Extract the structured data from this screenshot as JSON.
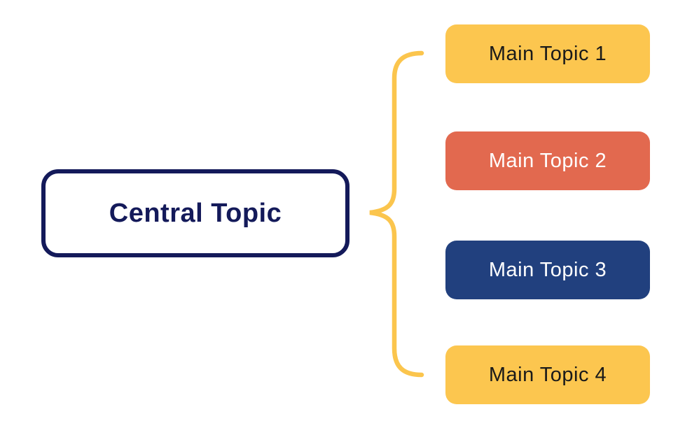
{
  "diagram": {
    "background": "#ffffff",
    "central": {
      "label": "Central Topic",
      "border_color": "#141a5a",
      "text_color": "#141a5a",
      "bg": "#ffffff"
    },
    "connector": {
      "type": "curly-brace",
      "color": "#fbc54d"
    },
    "topics": [
      {
        "label": "Main Topic 1",
        "bg": "#fcc64f",
        "text_color": "#1a1a1a"
      },
      {
        "label": "Main Topic 2",
        "bg": "#e2694f",
        "text_color": "#ffffff"
      },
      {
        "label": "Main Topic 3",
        "bg": "#21407e",
        "text_color": "#ffffff"
      },
      {
        "label": "Main Topic 4",
        "bg": "#fcc64f",
        "text_color": "#1a1a1a"
      }
    ]
  }
}
